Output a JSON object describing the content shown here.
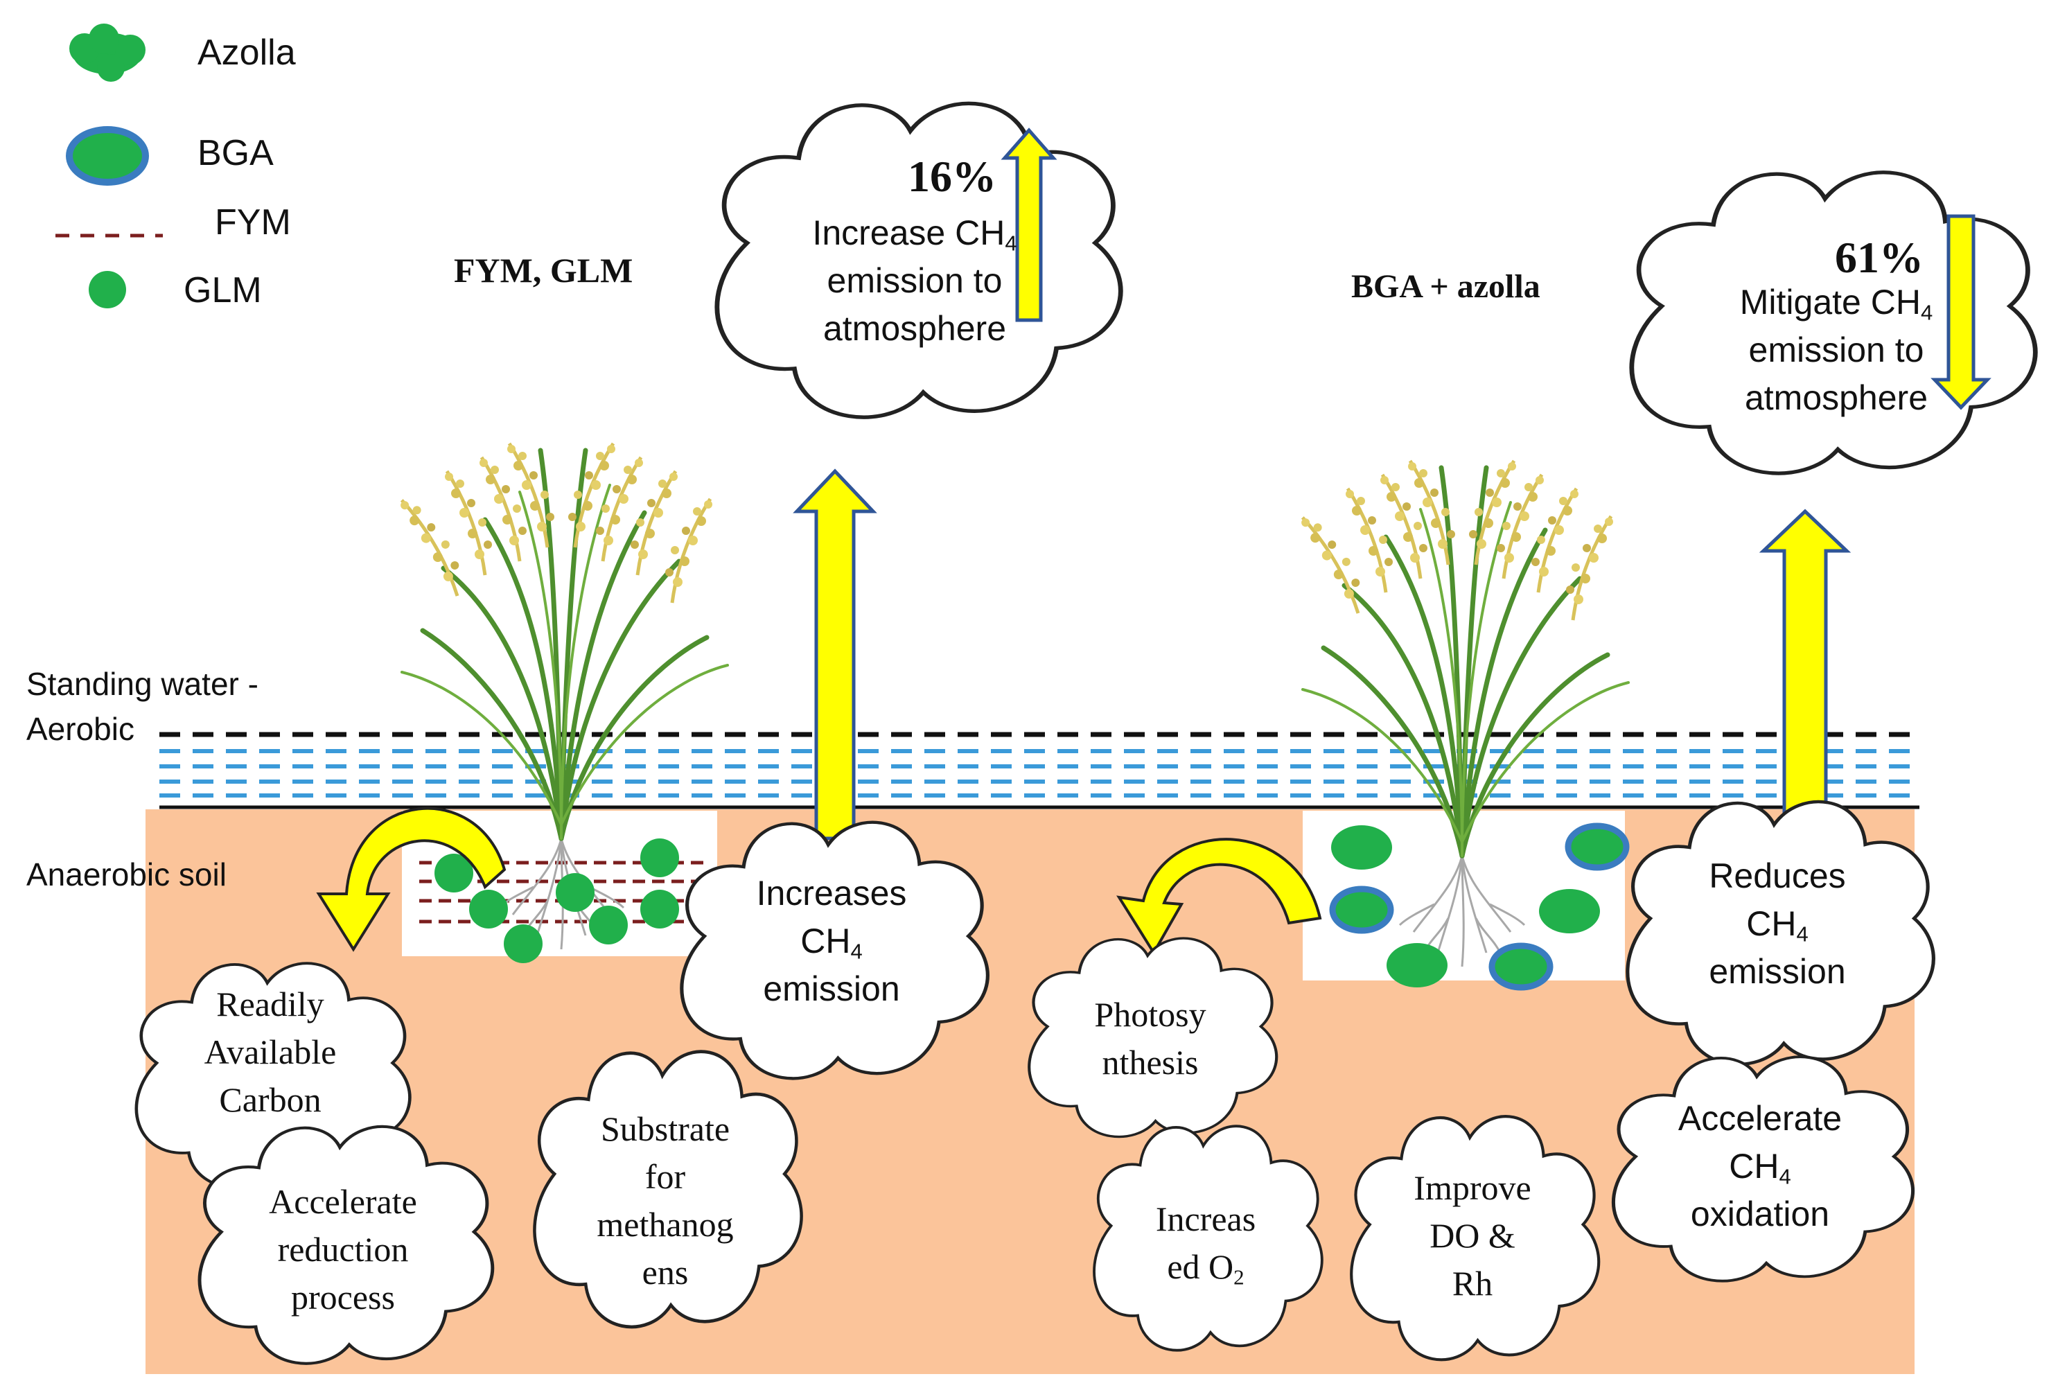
{
  "legend": {
    "azolla": "Azolla",
    "bga": "BGA",
    "fym": "FYM",
    "glm": "GLM"
  },
  "titles": {
    "left": "FYM, GLM",
    "right": "BGA + azolla"
  },
  "zones": {
    "water_line1": "Standing water -",
    "water_line2": "Aerobic",
    "soil": "Anaerobic soil"
  },
  "clouds": {
    "increase_atmo": {
      "percent": "16%",
      "line1": "Increase CH",
      "sub": "4",
      "line2": "emission to",
      "line3": "atmosphere"
    },
    "mitigate_atmo": {
      "percent": "61%",
      "line1": "Mitigate CH",
      "sub": "4",
      "line2": "emission to",
      "line3": "atmosphere"
    },
    "increases_emission": {
      "line1": "Increases",
      "line2": "CH",
      "sub": "4",
      "line3": "emission"
    },
    "reduces_emission": {
      "line1": "Reduces",
      "line2": "CH",
      "sub": "4",
      "line3": "emission"
    },
    "readily_carbon": {
      "line1": "Readily",
      "line2": "Available",
      "line3": "Carbon"
    },
    "accelerate_reduction": {
      "line1": "Accelerate",
      "line2": "reduction",
      "line3": "process"
    },
    "substrate": {
      "line1": "Substrate",
      "line2": "for",
      "line3": "methanog",
      "line4": "ens"
    },
    "photosynthesis": {
      "line1": "Photosy",
      "line2": "nthesis"
    },
    "increased_o2": {
      "line1": "Increas",
      "line2": "ed  O",
      "sub": "2"
    },
    "improve_do": {
      "line1": "Improve",
      "line2": "DO &",
      "line3": "Rh"
    },
    "accelerate_oxidation": {
      "line1": "Accelerate",
      "line2": "CH",
      "sub": "4",
      "line3": "oxidation"
    }
  },
  "colors": {
    "soil": "#FBC49A",
    "water_dash": "#3A9AD9",
    "arrow_fill": "#FFFF00",
    "arrow_outline": "#2F5597",
    "azolla": "#21B04B",
    "bga_outline": "#3A7CC0",
    "fym_dash": "#7B1E1E",
    "glm": "#21B04B"
  }
}
